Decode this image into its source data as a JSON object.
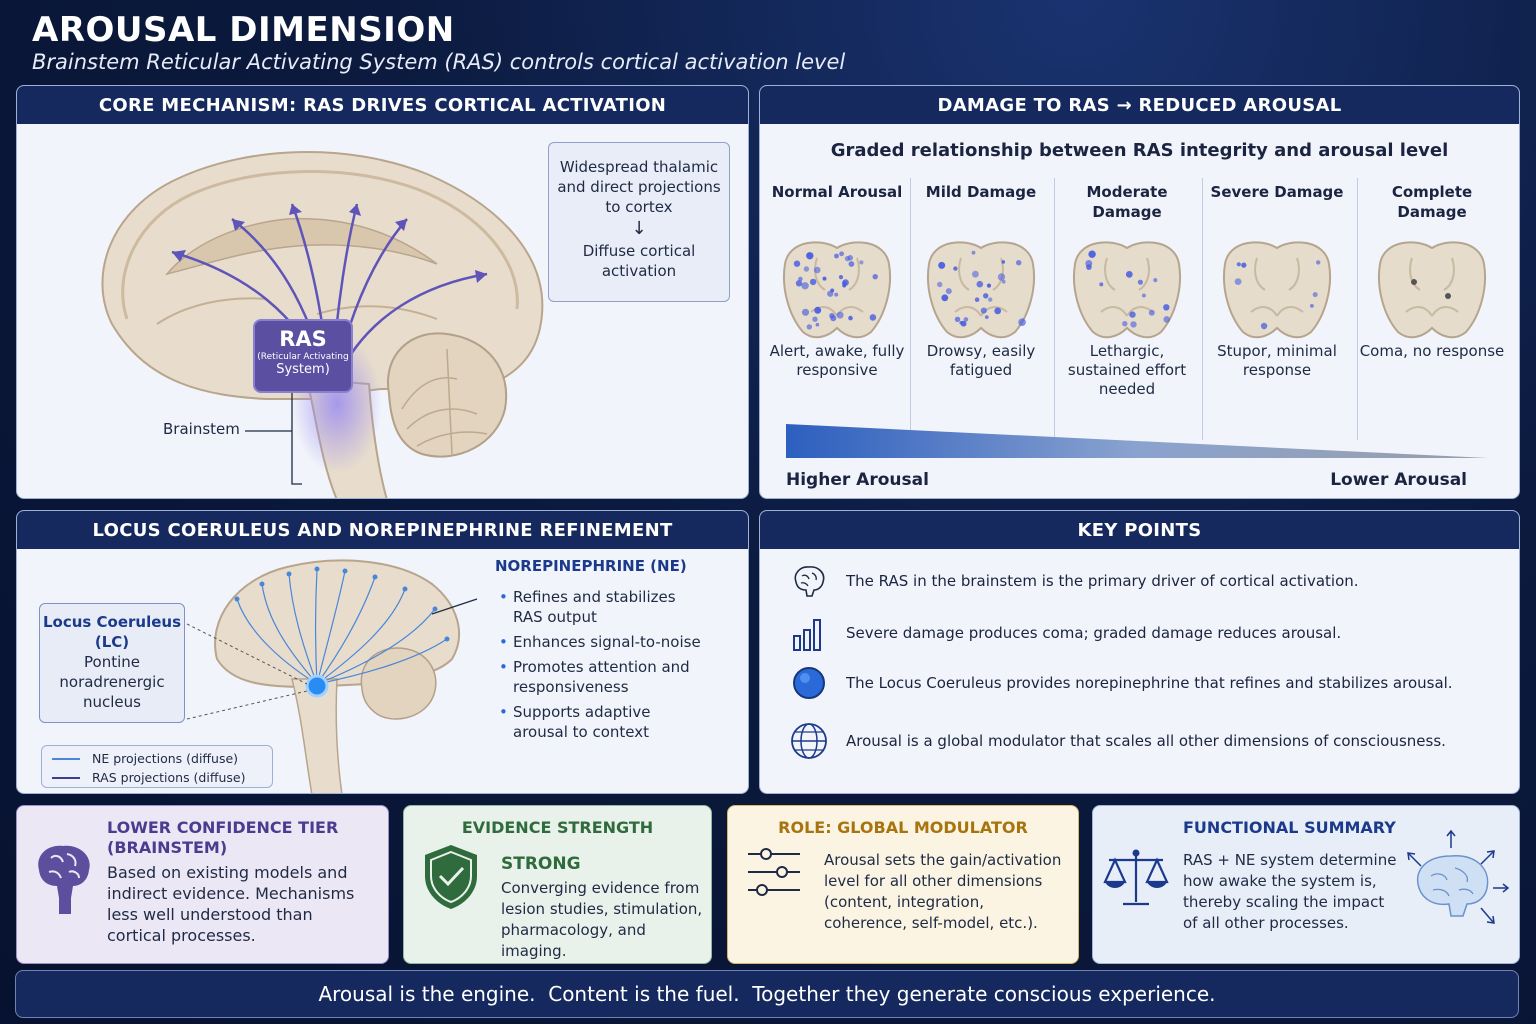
{
  "header": {
    "title": "AROUSAL DIMENSION",
    "subtitle": "Brainstem Reticular Activating System (RAS) controls cortical activation level"
  },
  "core": {
    "heading": "CORE MECHANISM: RAS DRIVES CORTICAL ACTIVATION",
    "callout_top": "Widespread thalamic and direct projections to cortex",
    "callout_arrow": "↓",
    "callout_bottom": "Diffuse cortical activation",
    "ras_label": "RAS",
    "ras_sub": "(Reticular Activating",
    "ras_sub2": "System)",
    "brainstem_label": "Brainstem"
  },
  "damage": {
    "heading": "DAMAGE TO RAS → REDUCED AROUSAL",
    "graded_title": "Graded relationship between RAS integrity and arousal level",
    "stages": [
      {
        "title": "Normal Arousal",
        "desc": "Alert, awake, fully responsive",
        "activity": 1.0
      },
      {
        "title": "Mild Damage",
        "desc": "Drowsy, easily fatigued",
        "activity": 0.7
      },
      {
        "title": "Moderate Damage",
        "desc": "Lethargic, sustained effort needed",
        "activity": 0.4
      },
      {
        "title": "Severe Damage",
        "desc": "Stupor, minimal response",
        "activity": 0.2
      },
      {
        "title": "Complete Damage",
        "desc": "Coma, no response",
        "activity": 0.0
      }
    ],
    "higher_label": "Higher Arousal",
    "lower_label": "Lower Arousal"
  },
  "locus": {
    "heading": "LOCUS COERULEUS AND NOREPINEPHRINE REFINEMENT",
    "lc_title": "Locus Coeruleus",
    "lc_abbrev": "(LC)",
    "lc_desc": "Pontine noradrenergic nucleus",
    "legend_ne": "NE projections (diffuse)",
    "legend_ras": "RAS projections (diffuse)",
    "ne_title": "NOREPINEPHRINE (NE)",
    "ne_points": [
      "Refines and stabilizes RAS output",
      "Enhances signal-to-noise",
      "Promotes attention and responsiveness",
      "Supports adaptive arousal to context"
    ]
  },
  "key_points": {
    "heading": "KEY POINTS",
    "items": [
      {
        "icon": "brain-icon",
        "text": "The RAS in the brainstem is the primary driver of cortical activation."
      },
      {
        "icon": "bar-chart-icon",
        "text": "Severe damage produces coma; graded damage reduces arousal."
      },
      {
        "icon": "blue-dot-icon",
        "text": "The Locus Coeruleus provides norepinephrine that refines and stabilizes arousal."
      },
      {
        "icon": "globe-icon",
        "text": "Arousal is a global modulator that scales all other dimensions of consciousness."
      }
    ]
  },
  "cards": {
    "confidence": {
      "title": "LOWER CONFIDENCE TIER (BRAINSTEM)",
      "text": "Based on existing models and indirect evidence. Mechanisms less well understood than cortical processes."
    },
    "evidence": {
      "title": "EVIDENCE STRENGTH",
      "level": "STRONG",
      "text": "Converging evidence from lesion studies, stimulation, pharmacology, and imaging."
    },
    "role": {
      "title": "ROLE: GLOBAL MODULATOR",
      "text": "Arousal sets the gain/activation level for all other dimensions (content, integration, coherence, self-model, etc.)."
    },
    "summary": {
      "title": "FUNCTIONAL SUMMARY",
      "text": "RAS + NE system determine how awake the system is, thereby scaling the impact of all other processes."
    }
  },
  "footer": {
    "text": "Arousal is the engine.  Content is the fuel.  Together they generate conscious experience."
  },
  "colors": {
    "navy": "#15295f",
    "purple": "#5a4fa0",
    "green": "#2f6b3c",
    "gold": "#a8740f",
    "blue": "#2a6ad8"
  }
}
